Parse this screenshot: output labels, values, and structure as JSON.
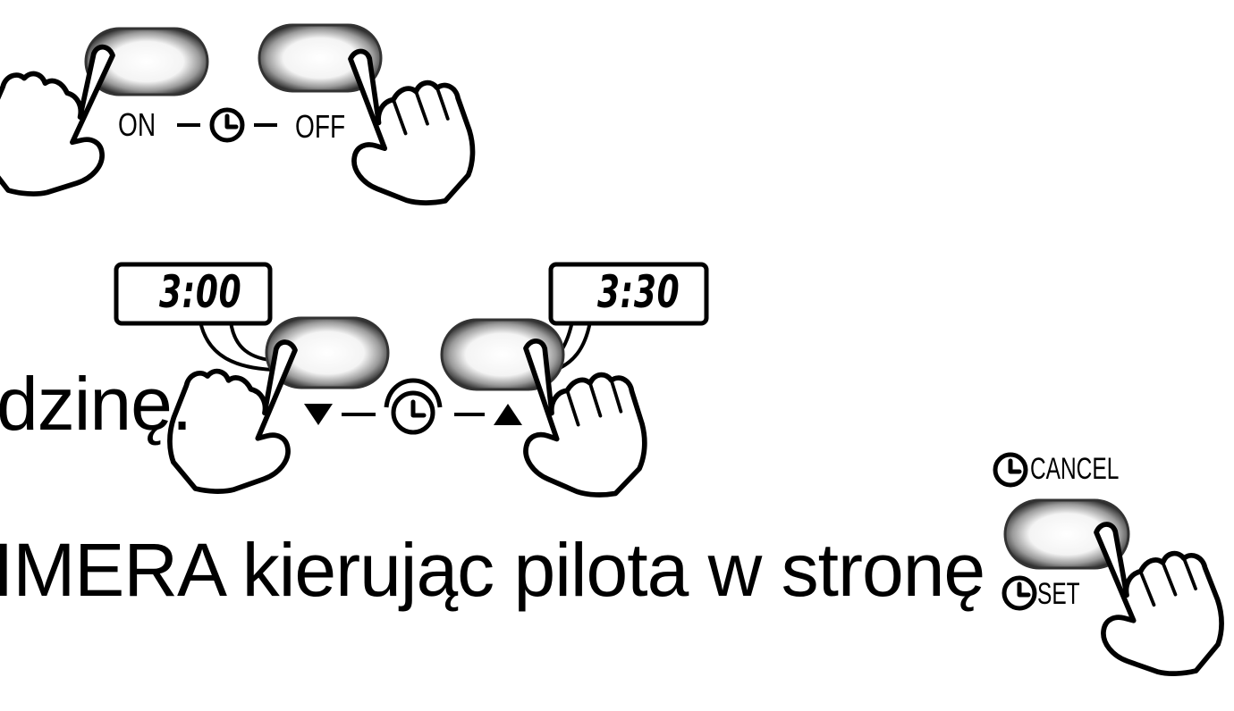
{
  "text": {
    "line_hour": "dzinę.",
    "line_timer": "IMERA kierując pilota w stronę"
  },
  "step1": {
    "on_label": "ON",
    "off_label": "OFF"
  },
  "step2": {
    "down_display": "3:00",
    "up_display": "3:30"
  },
  "step3": {
    "cancel_label": "CANCEL",
    "set_label": "SET"
  },
  "icons": [
    "finger-press-icon",
    "clock-icon",
    "alarm-clock-icon",
    "triangle-down-icon",
    "triangle-up-icon"
  ]
}
